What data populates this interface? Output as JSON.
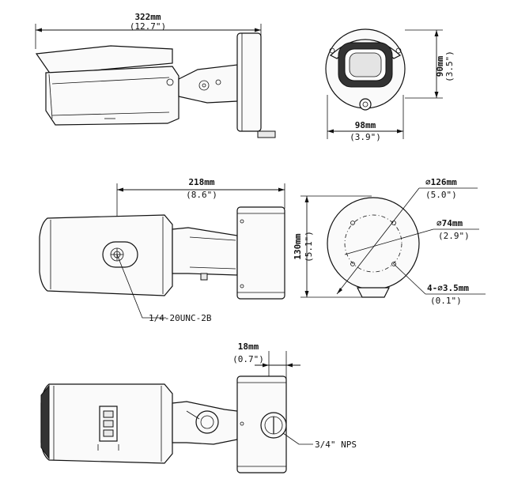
{
  "dimensions": {
    "overall_length": {
      "metric": "322mm",
      "imperial": "(12.7\")"
    },
    "bracket_height": {
      "metric": "90mm",
      "imperial": "(3.5\")"
    },
    "bracket_width": {
      "metric": "98mm",
      "imperial": "(3.9\")"
    },
    "mount_depth": {
      "metric": "218mm",
      "imperial": "(8.6\")"
    },
    "base_height": {
      "metric": "130mm",
      "imperial": "(5.1\")"
    },
    "base_diameter": {
      "metric": "∅126mm",
      "imperial": "(5.0\")"
    },
    "hole_circle": {
      "metric": "∅74mm",
      "imperial": "(2.9\")"
    },
    "mount_holes": {
      "metric": "4-∅3.5mm",
      "imperial": "(0.1\")"
    },
    "box_offset": {
      "metric": "18mm",
      "imperial": "(0.7\")"
    }
  },
  "callouts": {
    "tripod_thread": "1/4-20UNC-2B",
    "conduit_port": "3/4\" NPS"
  }
}
